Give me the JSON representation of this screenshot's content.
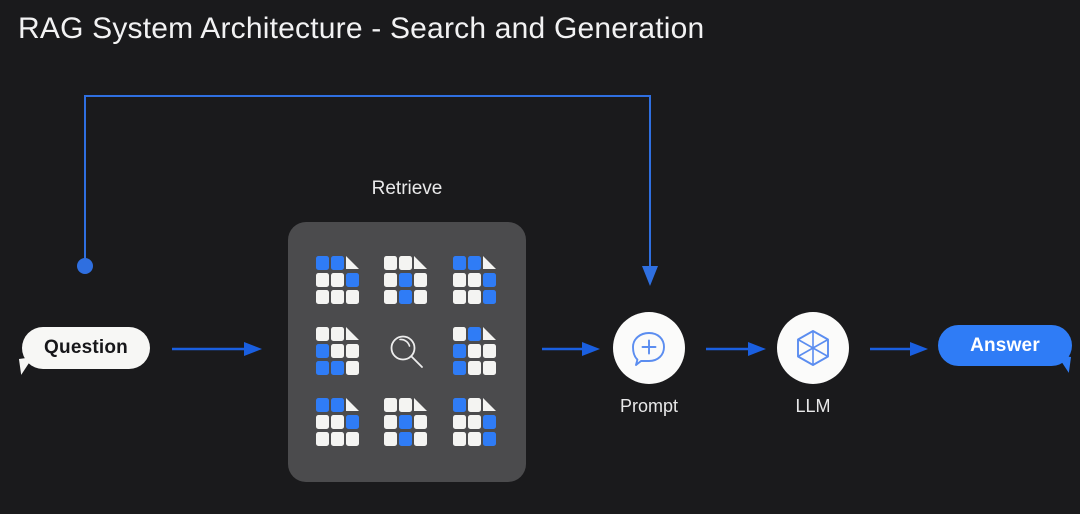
{
  "page": {
    "title": "RAG System Architecture - Search and Generation",
    "background_color": "#1a1a1c"
  },
  "colors": {
    "accent_blue": "#2f7cf6",
    "arrow_blue": "#1a5fe0",
    "panel_gray": "#4b4b4d",
    "bubble_white": "#f7f7f5",
    "text_light": "#e9e9ea"
  },
  "nodes": {
    "question": {
      "label": "Question",
      "icon": "chat-bubble-left",
      "color": "#f7f7f5"
    },
    "retrieve": {
      "label": "Retrieve",
      "search_icon": "magnifier-icon",
      "documents": [
        {
          "id": "doc-1",
          "cells": [
            "blue",
            "blue",
            "fold",
            "white",
            "white",
            "blue",
            "white",
            "white",
            "white"
          ]
        },
        {
          "id": "doc-2",
          "cells": [
            "white",
            "white",
            "fold",
            "white",
            "blue",
            "white",
            "white",
            "blue",
            "white"
          ]
        },
        {
          "id": "doc-3",
          "cells": [
            "blue",
            "blue",
            "fold",
            "white",
            "white",
            "blue",
            "white",
            "white",
            "blue"
          ]
        },
        {
          "id": "doc-4",
          "cells": [
            "white",
            "white",
            "fold",
            "blue",
            "white",
            "white",
            "blue",
            "blue",
            "white"
          ]
        },
        {
          "id": "doc-5",
          "cells": [
            "white",
            "blue",
            "fold",
            "blue",
            "white",
            "white",
            "blue",
            "white",
            "white"
          ]
        },
        {
          "id": "doc-6",
          "cells": [
            "blue",
            "blue",
            "fold",
            "white",
            "white",
            "blue",
            "white",
            "white",
            "white"
          ]
        },
        {
          "id": "doc-7",
          "cells": [
            "white",
            "white",
            "fold",
            "white",
            "blue",
            "white",
            "white",
            "blue",
            "white"
          ]
        },
        {
          "id": "doc-8",
          "cells": [
            "blue",
            "white",
            "fold",
            "white",
            "white",
            "blue",
            "white",
            "white",
            "blue"
          ]
        }
      ]
    },
    "prompt": {
      "label": "Prompt",
      "icon": "chat-bubble-plus-icon"
    },
    "llm": {
      "label": "LLM",
      "icon": "hexagon-cube-icon"
    },
    "answer": {
      "label": "Answer",
      "icon": "chat-bubble-right",
      "color": "#2f7cf6"
    }
  },
  "connections": {
    "question_to_retrieve": "arrow-right",
    "retrieve_to_prompt": "arrow-right",
    "prompt_to_llm": "arrow-right",
    "llm_to_answer": "arrow-right",
    "question_to_prompt_feedback": "elbow-arrow-down"
  }
}
